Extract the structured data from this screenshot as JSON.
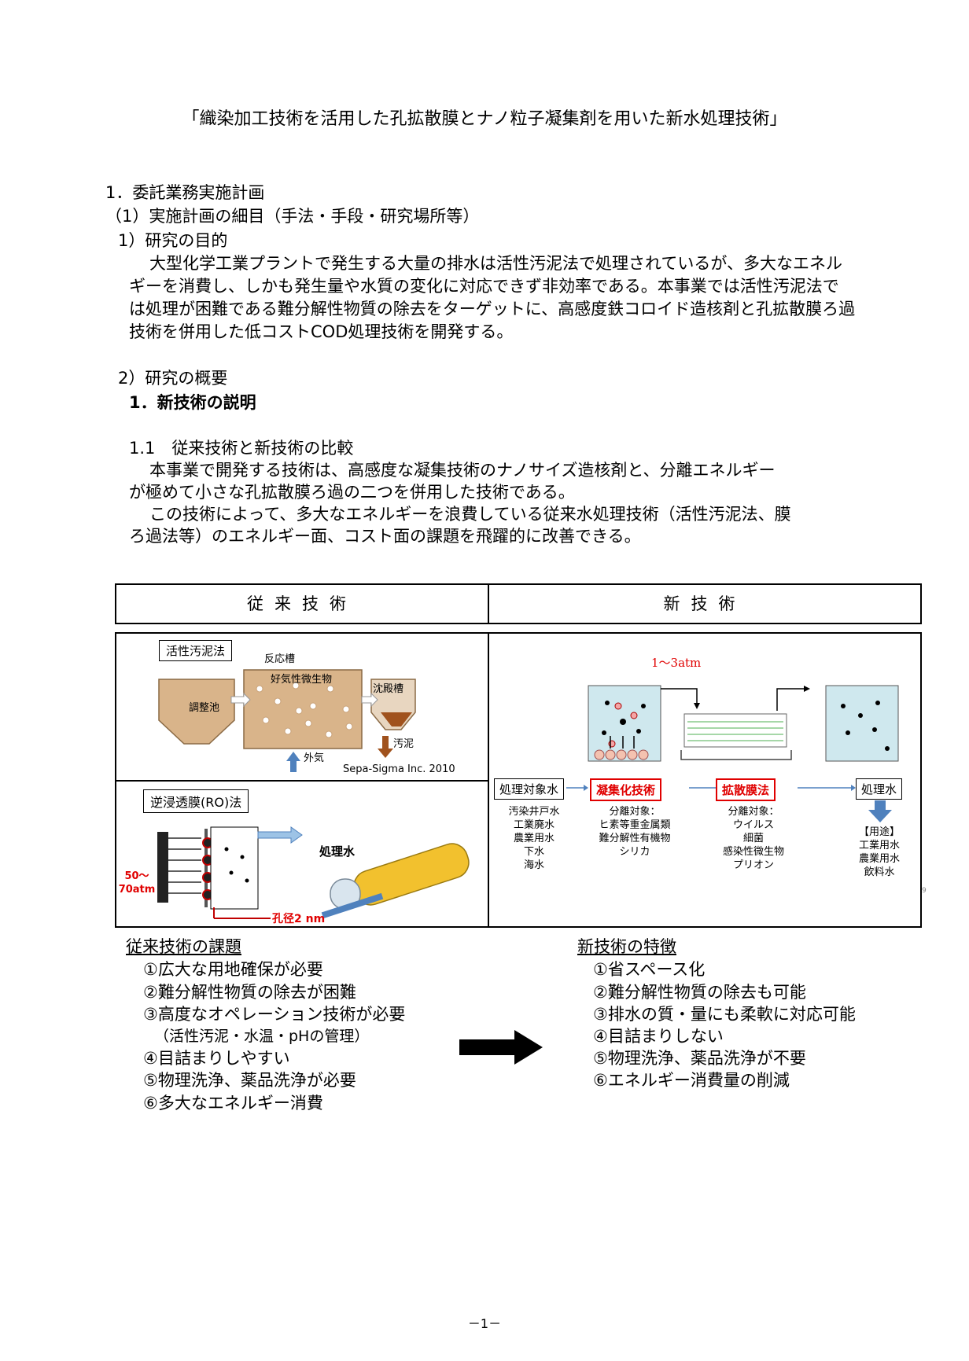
{
  "title": "「織染加工技術を活用した孔拡散膜とナノ粒子凝集剤を用いた新水処理技術」",
  "sec1": "1．委託業務実施計画",
  "sec1_1": "（1）実施計画の細目（手法・手段・研究場所等）",
  "purpose_head": "1）研究の目的",
  "purpose_lines": [
    "大型化学工業プラントで発生する大量の排水は活性汚泥法で処理されているが、多大なエネル",
    "ギーを消費し、しかも発生量や水質の変化に対応できず非効率である。本事業では活性汚泥法で",
    "は処理が困難である難分解性物質の除去をターゲットに、高感度鉄コロイド造核剤と孔拡散膜ろ過",
    "技術を併用した低コストCOD処理技術を開発する。"
  ],
  "outline_head": "2）研究の概要",
  "outline_sub": "1．新技術の説明",
  "compare_head": "1.1　従来技術と新技術の比較",
  "compare_lines": [
    "本事業で開発する技術は、高感度な凝集技術のナノサイズ造核剤と、分離エネルギー",
    "が極めて小さな孔拡散膜ろ過の二つを併用した技術である。",
    "この技術によって、多大なエネルギーを浪費している従来水処理技術（活性汚泥法、膜",
    "ろ過法等）のエネルギー面、コスト面の課題を飛躍的に改善できる。"
  ],
  "table_header": {
    "old": "従来技術",
    "new": "新技術"
  },
  "fig_old_top": {
    "label": "活性汚泥法",
    "reactor": "反応槽",
    "aerobic": "好気性微生物",
    "adjust": "調整池",
    "settle": "沈殿槽",
    "sludge": "汚泥",
    "air": "外気",
    "credit": "Sepa-Sigma Inc. 2010"
  },
  "fig_old_bottom": {
    "label": "逆浸透膜(RO)法",
    "treated": "処理水",
    "pressure": "50～\n70atm",
    "pore": "孔径2 nm"
  },
  "fig_new": {
    "pressure": "1～3atm",
    "flow": [
      {
        "label": "処理対象水",
        "red": false,
        "items": [
          "汚染井戸水",
          "工業廃水",
          "農業用水",
          "下水",
          "海水"
        ]
      },
      {
        "label": "凝集化技術",
        "red": true,
        "items": [
          "分離対象：",
          "ヒ素等重金属類",
          "難分解性有機物",
          "シリカ"
        ]
      },
      {
        "label": "拡散膜法",
        "red": true,
        "items": [
          "分離対象：",
          "ウイルス",
          "細菌",
          "感染性微生物",
          "プリオン"
        ]
      },
      {
        "label": "処理水",
        "red": false,
        "items": [
          "【用途】",
          "工業用水",
          "農業用水",
          "飲料水"
        ]
      }
    ],
    "mark": "9"
  },
  "issues_head": "従来技術の課題",
  "issues": [
    "①広大な用地確保が必要",
    "②難分解性物質の除去が困難",
    "③高度なオペレーション技術が必要",
    "（活性汚泥・水温・pHの管理）",
    "④目詰まりしやすい",
    "⑤物理洗浄、薬品洗浄が必要",
    "⑥多大なエネルギー消費"
  ],
  "features_head": "新技術の特徴",
  "features": [
    "①省スペース化",
    "②難分解性物質の除去も可能",
    "③排水の質・量にも柔軟に対応可能",
    "④目詰まりしない",
    "⑤物理洗浄、薬品洗浄が不要",
    "⑥エネルギー消費量の削減"
  ],
  "page_no": "－1－",
  "colors": {
    "red": "#e00000",
    "water": "#cfe8ee",
    "tank": "#d9b48a",
    "sludge": "#a0521d",
    "arrow_blue": "#4f81bd"
  }
}
